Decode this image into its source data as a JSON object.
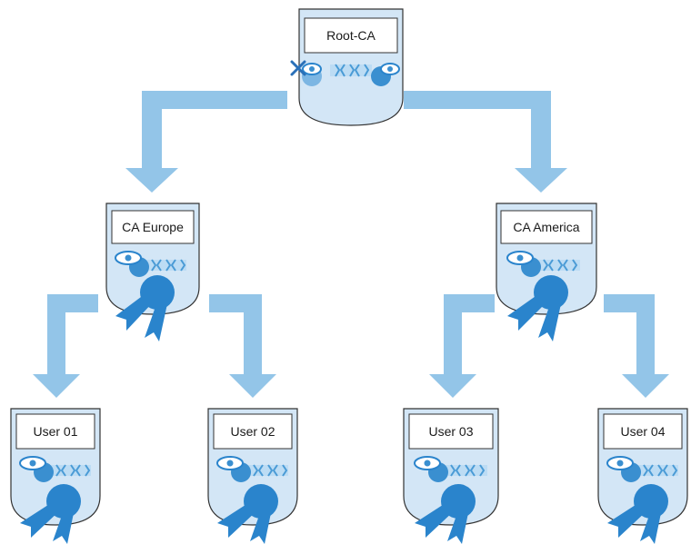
{
  "diagram": {
    "root": {
      "label": "Root-CA",
      "revoked_marker": "x-mark"
    },
    "intermediates": [
      {
        "label": "CA Europe"
      },
      {
        "label": "CA America"
      }
    ],
    "users": [
      {
        "label": "User 01"
      },
      {
        "label": "User 02"
      },
      {
        "label": "User 03"
      },
      {
        "label": "User 04"
      }
    ],
    "icons": {
      "certificate": "certificate-shield-icon",
      "key": "key-icon",
      "seal": "rosette-seal-icon",
      "revoked": "x-mark-icon"
    },
    "colors": {
      "arrow": "#93c5e8",
      "shield_fill": "#d3e6f6",
      "icon_dark": "#2a84cc",
      "icon_mid": "#7cb6e3"
    }
  }
}
